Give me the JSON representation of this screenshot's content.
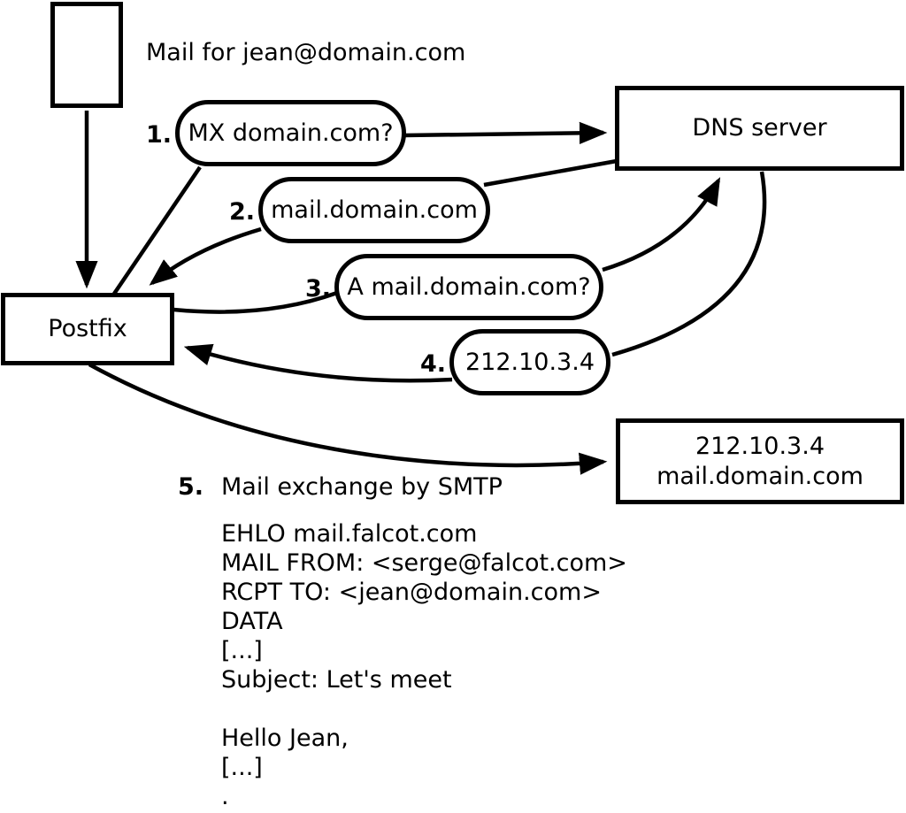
{
  "diagram": {
    "title_label": "Mail for jean@domain.com",
    "nodes": {
      "mail_envelope": {
        "label": ""
      },
      "postfix": {
        "label": "Postfix"
      },
      "dns": {
        "label": "DNS server"
      },
      "mailserver": {
        "line1": "212.10.3.4",
        "line2": "mail.domain.com"
      }
    },
    "steps": [
      {
        "num": "1.",
        "label": "MX domain.com?"
      },
      {
        "num": "2.",
        "label": "mail.domain.com"
      },
      {
        "num": "3.",
        "label": "A mail.domain.com?"
      },
      {
        "num": "4.",
        "label": "212.10.3.4"
      },
      {
        "num": "5.",
        "label": "Mail exchange by SMTP"
      }
    ],
    "smtp_session": "EHLO mail.falcot.com\nMAIL FROM: <serge@falcot.com>\nRCPT TO: <jean@domain.com>\nDATA\n[...]\nSubject: Let's meet\n\nHello Jean,\n[...]\n.",
    "colors": {
      "stroke": "#000000",
      "background": "#ffffff"
    }
  }
}
